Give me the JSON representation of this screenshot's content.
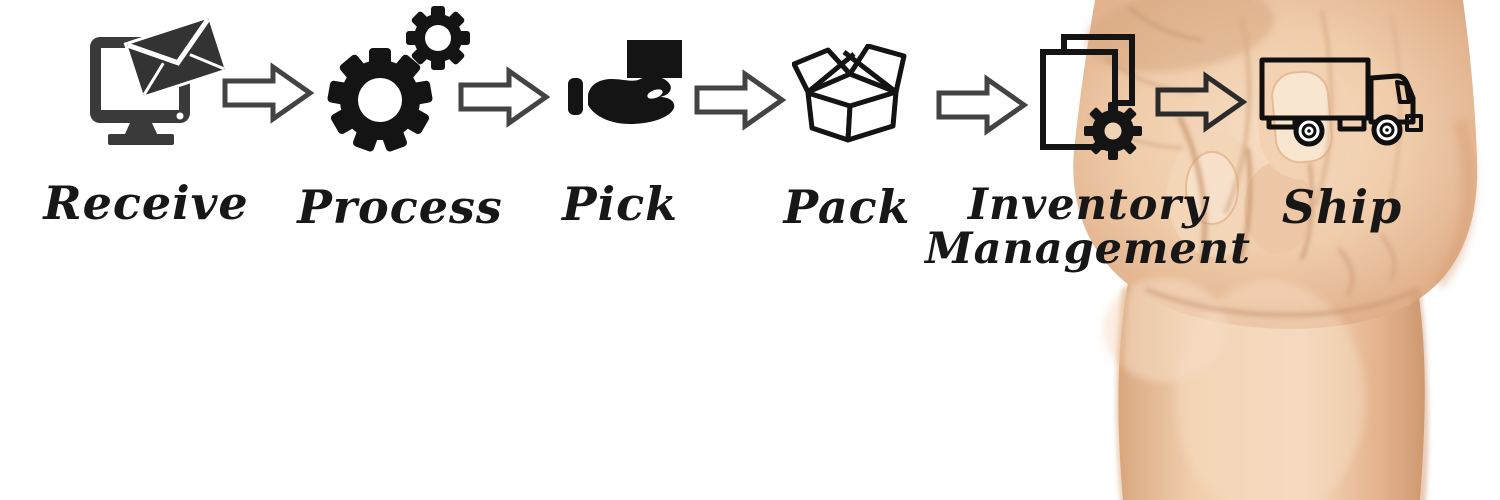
{
  "diagram": {
    "steps": [
      {
        "label": "Receive",
        "icon": "computer-email-icon"
      },
      {
        "label": "Process",
        "icon": "gears-icon"
      },
      {
        "label": "Pick",
        "icon": "hand-holding-box-icon"
      },
      {
        "label": "Pack",
        "icon": "open-box-icon"
      },
      {
        "label": "Inventory Management",
        "lines": [
          "Inventory",
          "Management"
        ],
        "icon": "documents-gear-icon"
      },
      {
        "label": "Ship",
        "icon": "delivery-truck-icon"
      }
    ],
    "arrows": {
      "count": 5,
      "style": "outline-block-arrow",
      "outline": "#434343",
      "fill": "#ffffff",
      "last_arrow_fill": "transparent"
    },
    "colors": {
      "background": "#ffffff",
      "icon": "#1a1a1a",
      "label_text": "#171717",
      "skin_light": "#f6dcc2",
      "skin_mid": "#eec7a4",
      "skin_shadow": "#cf9c75"
    },
    "photo": {
      "subject": "fist-of-hand-writing-on-glass"
    }
  }
}
